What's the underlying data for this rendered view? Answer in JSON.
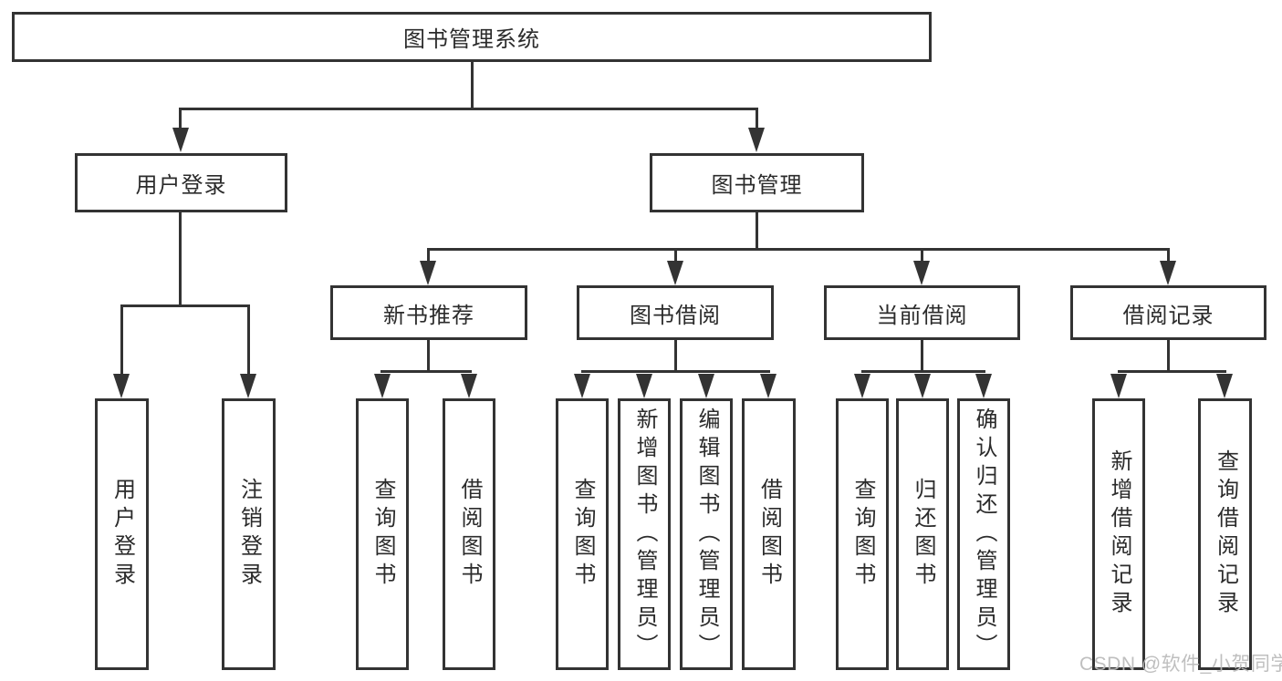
{
  "tree": {
    "root": "图书管理系统",
    "children": [
      {
        "label": "用户登录",
        "children": [
          "用户登录",
          "注销登录"
        ]
      },
      {
        "label": "图书管理",
        "children": [
          {
            "label": "新书推荐",
            "children": [
              "查询图书",
              "借阅图书"
            ]
          },
          {
            "label": "图书借阅",
            "children": [
              "查询图书",
              "新增图书（管理员）",
              "编辑图书（管理员）",
              "借阅图书"
            ]
          },
          {
            "label": "当前借阅",
            "children": [
              "查询图书",
              "归还图书",
              "确认归还（管理员）"
            ]
          },
          {
            "label": "借阅记录",
            "children": [
              "新增借阅记录",
              "查询借阅记录"
            ]
          }
        ]
      }
    ]
  },
  "watermark": {
    "text": "CSDN @软件_小贺同学"
  },
  "colors": {
    "line": "#333333",
    "text": "#2b2b2b",
    "background": "#ffffff",
    "watermark": "#bcbcbc"
  }
}
